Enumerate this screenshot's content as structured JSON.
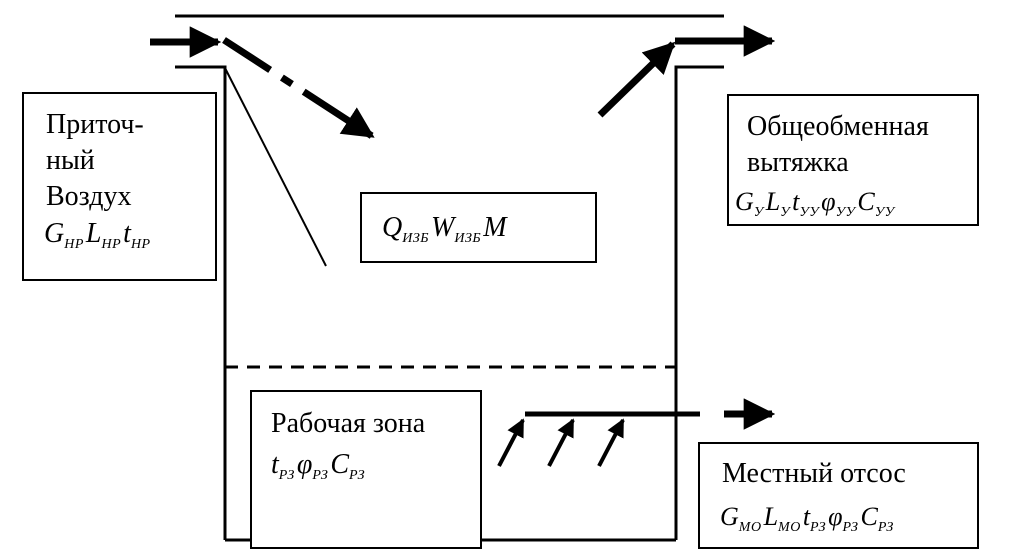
{
  "supply": {
    "line1": "Приточ-",
    "line2": "ный",
    "line3": "Воздух",
    "formula": [
      {
        "sym": "G",
        "sub": "НР"
      },
      {
        "sym": "L",
        "sub": "НР"
      },
      {
        "sym": "t",
        "sub": "НР"
      }
    ]
  },
  "heat_source": {
    "formula": [
      {
        "sym": "Q",
        "sub": "ИЗБ"
      },
      {
        "sym": "W",
        "sub": "ИЗБ"
      },
      {
        "sym": "M",
        "sub": ""
      }
    ]
  },
  "exhaust": {
    "line1": "Общеобменная",
    "line2": "вытяжка",
    "formula": [
      {
        "sym": "G",
        "sub": "У"
      },
      {
        "sym": "L",
        "sub": "У"
      },
      {
        "sym": "t",
        "sub": "УУ"
      },
      {
        "sym": "φ",
        "sub": "УУ"
      },
      {
        "sym": "C",
        "sub": "УУ"
      }
    ]
  },
  "work_zone": {
    "label": "Рабочая зона",
    "formula": [
      {
        "sym": "t",
        "sub": "РЗ"
      },
      {
        "sym": "φ",
        "sub": "РЗ"
      },
      {
        "sym": "C",
        "sub": "РЗ"
      }
    ]
  },
  "local_exhaust": {
    "label": "Местный отсос",
    "formula": [
      {
        "sym": "G",
        "sub": "МО"
      },
      {
        "sym": "L",
        "sub": "МО"
      },
      {
        "sym": "t",
        "sub": "РЗ"
      },
      {
        "sym": "φ",
        "sub": "РЗ"
      },
      {
        "sym": "C",
        "sub": "РЗ"
      }
    ]
  }
}
